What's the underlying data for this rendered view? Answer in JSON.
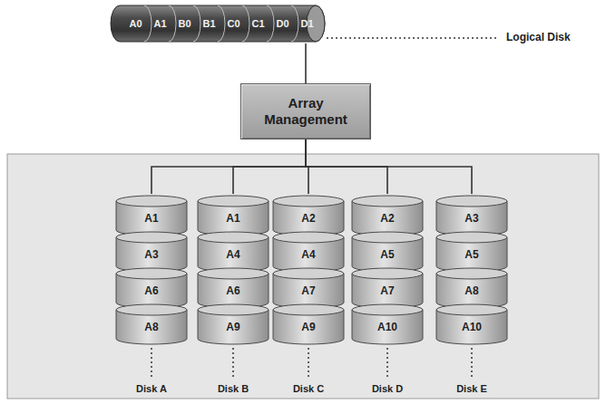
{
  "diagram": {
    "nodes": [
      {
        "text": [
          "A0",
          "A1",
          "B0",
          "B1",
          "C0",
          "C1",
          "D0",
          "D1"
        ]
      },
      {
        "text": [
          "Array Management"
        ]
      },
      {
        "text": [
          "A1",
          "A3",
          "A6",
          "A8",
          "Disk A"
        ]
      },
      {
        "text": [
          "A1",
          "A4",
          "A6",
          "A9",
          "Disk B"
        ]
      },
      {
        "text": [
          "A2",
          "A4",
          "A7",
          "A9",
          "Disk C"
        ]
      },
      {
        "text": [
          "A2",
          "A5",
          "A7",
          "A10",
          "Disk D"
        ]
      },
      {
        "text": [
          "A3",
          "A5",
          "A8",
          "A10",
          "Disk E"
        ]
      }
    ],
    "edges": [
      {
        "from": 0,
        "to": 1,
        "arrow": "none"
      },
      {
        "from": 1,
        "to": 2,
        "arrow": "none"
      },
      {
        "from": 1,
        "to": 3,
        "arrow": "none"
      },
      {
        "from": 1,
        "to": 4,
        "arrow": "none"
      },
      {
        "from": 1,
        "to": 5,
        "arrow": "none"
      },
      {
        "from": 1,
        "to": 6,
        "arrow": "none"
      }
    ],
    "labels": [
      "Logical Disk"
    ]
  }
}
